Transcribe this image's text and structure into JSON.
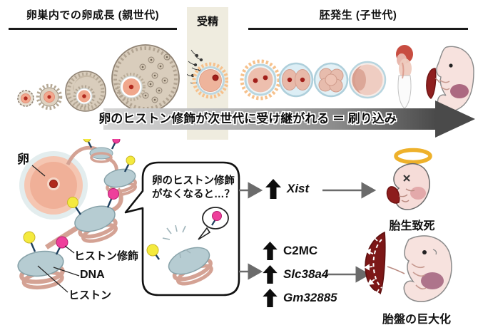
{
  "header": {
    "parent_title": "卵巣内での卵成長 (親世代)",
    "fertilization_label": "受精",
    "child_title": "胚発生 (子世代)"
  },
  "banner": {
    "text": "卵のヒストン修飾が次世代に受け継がれる ＝ 刷り込み"
  },
  "egg_diagram": {
    "egg_label": "卵",
    "histone_mod_label": "ヒストン修飾",
    "dna_label": "DNA",
    "histone_label": "ヒストン"
  },
  "question_bubble": {
    "line1": "卵のヒストン修飾",
    "line2": "がなくなると…？"
  },
  "outcome_lethal": {
    "gene": "Xist",
    "label": "胎生致死"
  },
  "outcome_placenta": {
    "genes": [
      "C2MC",
      "Slc38a4",
      "Gm32885"
    ],
    "label": "胎盤の巨大化"
  },
  "colors": {
    "strip_bg": "#efecdf",
    "arrow_gradient_start": "#d6d6d6",
    "arrow_gradient_end": "#4a4a4a",
    "halo_yellow": "#eeb12b",
    "placenta_red": "#7c1717",
    "modification_pink": "#ee3f9b",
    "modification_yellow": "#f4ea3e",
    "nucleosome_blue": "#b6ccd2",
    "dna_strand_salmon": "#d4a294",
    "follicle_tan": "#d9cdbc",
    "oocyte_pink": "#f0ae93"
  }
}
